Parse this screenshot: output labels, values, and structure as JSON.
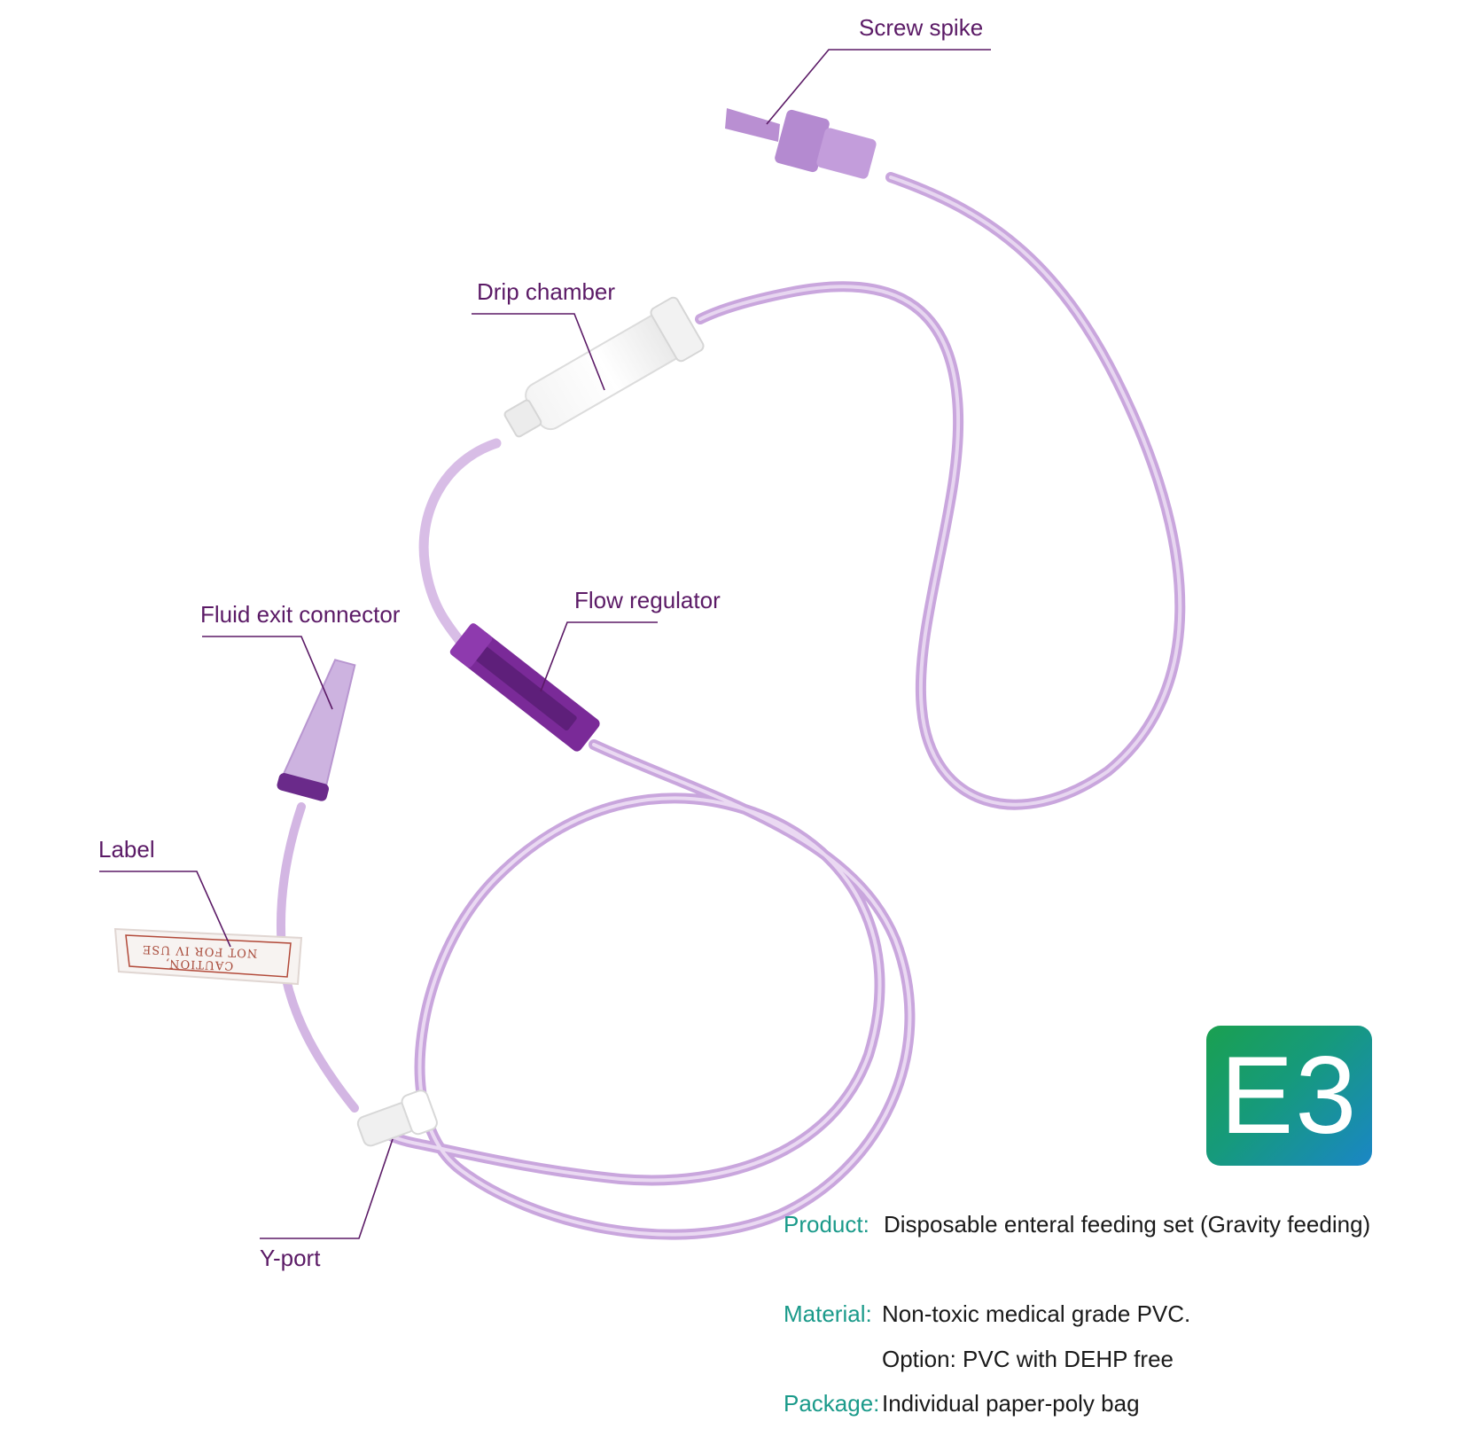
{
  "callouts": {
    "screw_spike": "Screw spike",
    "drip_chamber": "Drip chamber",
    "flow_regulator": "Flow regulator",
    "fluid_exit_connector": "Fluid exit connector",
    "label": "Label",
    "y_port": "Y-port"
  },
  "label_print": {
    "line1": "CAUTION,",
    "line2": "NOT FOR IV USE"
  },
  "badge": {
    "text": "E3",
    "colors": [
      "#1aa050",
      "#1a86c6"
    ]
  },
  "specs": {
    "product_key": "Product:",
    "product_val": "Disposable enteral feeding set (Gravity feeding)",
    "material_key": "Material:",
    "material_val": "Non-toxic medical grade PVC.",
    "material_option": "Option: PVC with DEHP free",
    "package_key": "Package:",
    "package_val": "Individual paper-poly bag"
  },
  "colors": {
    "callout_text": "#5b1a66",
    "spec_key": "#1a9a8a",
    "tube": "#c9a6dd",
    "tube_dark": "#9a5cba",
    "regulator": "#7a2a98"
  }
}
